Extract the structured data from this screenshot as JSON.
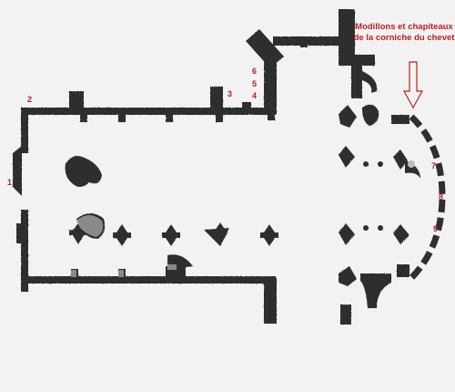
{
  "colors": {
    "wall": "#2f2f2f",
    "annotation": "#b81f22",
    "background": "#f2f2f2"
  },
  "caption": {
    "line1": "Modillons et chapiteaux",
    "line2": "de la corniche du chevet"
  },
  "markers": [
    "1",
    "2",
    "3",
    "4",
    "5",
    "6",
    "7",
    "8",
    "9"
  ],
  "arrow": {
    "direction": "down",
    "icon": "down-arrow-icon"
  }
}
